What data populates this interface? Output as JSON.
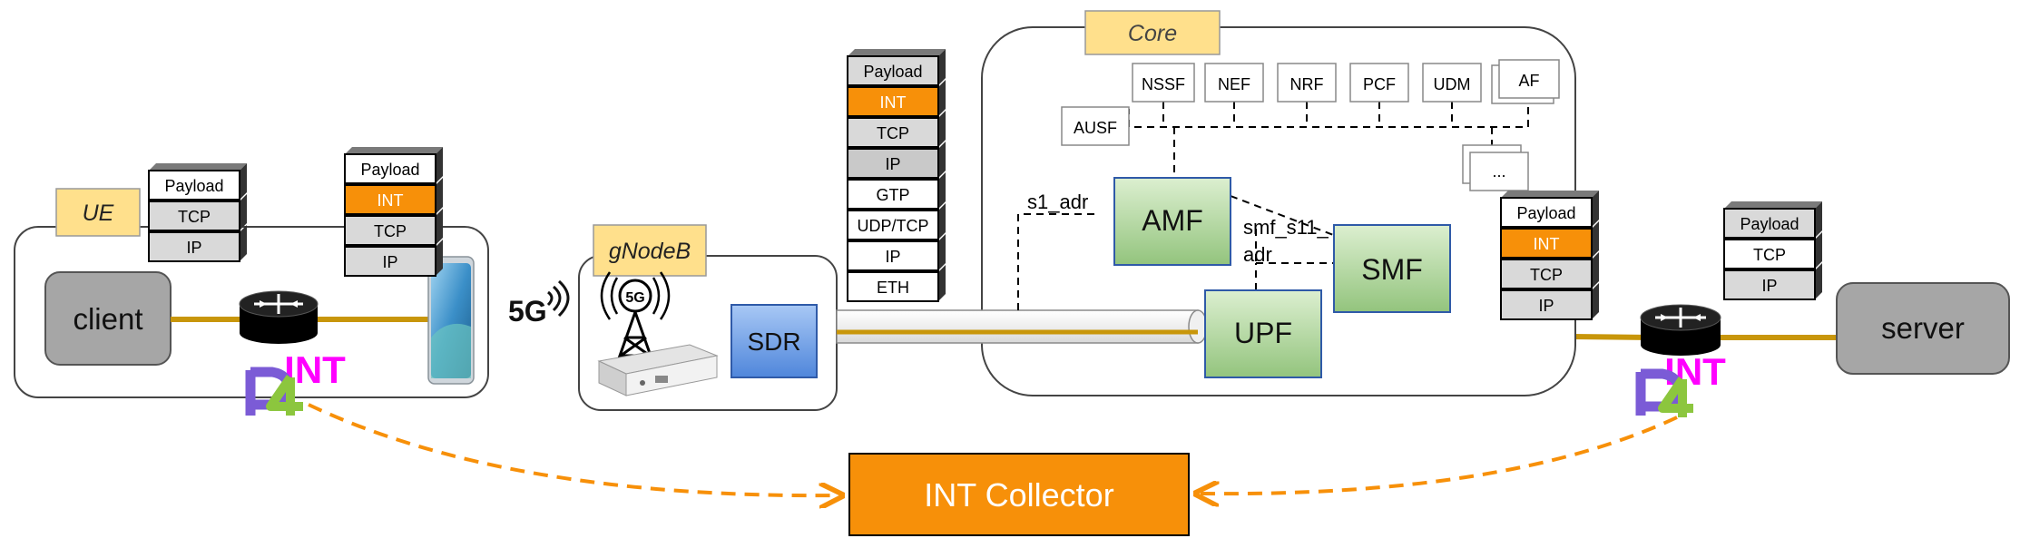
{
  "ue": {
    "label": "UE",
    "client": "client",
    "stack_left": [
      "Payload",
      "TCP",
      "IP"
    ],
    "stack_right": [
      "Payload",
      "INT",
      "TCP",
      "IP"
    ],
    "int_label": "INT",
    "p4_label": "P4"
  },
  "radio": {
    "label": "5G"
  },
  "gnodeb": {
    "label": "gNodeB",
    "sdr": "SDR",
    "tower_badge": "5G",
    "stack": [
      "Payload",
      "INT",
      "TCP",
      "IP",
      "GTP",
      "UDP/TCP",
      "IP",
      "ETH"
    ]
  },
  "core": {
    "label": "Core",
    "functions": [
      "NSSF",
      "NEF",
      "NRF",
      "PCF",
      "UDM",
      "AF"
    ],
    "ausf": "AUSF",
    "more": "...",
    "amf": "AMF",
    "smf": "SMF",
    "upf": "UPF",
    "s1_label": "s1_adr",
    "smf_label_line1": "smf_s11_",
    "smf_label_line2": "adr"
  },
  "server_side": {
    "stack_int": [
      "Payload",
      "INT",
      "TCP",
      "IP"
    ],
    "stack_plain": [
      "Payload",
      "TCP",
      "IP"
    ],
    "int_label": "INT",
    "p4_label": "P4",
    "server": "server"
  },
  "collector": {
    "label": "INT Collector"
  },
  "colors": {
    "int_orange": "#f79009",
    "link_gold": "#c8960a",
    "label_yellow": "#ffe08c",
    "green_box": "#a9d18e",
    "blue_box": "#6fa0e8",
    "p4_purple": "#7b5bd6",
    "p4_green": "#8cc63e",
    "int_magenta": "#ff00ff"
  }
}
